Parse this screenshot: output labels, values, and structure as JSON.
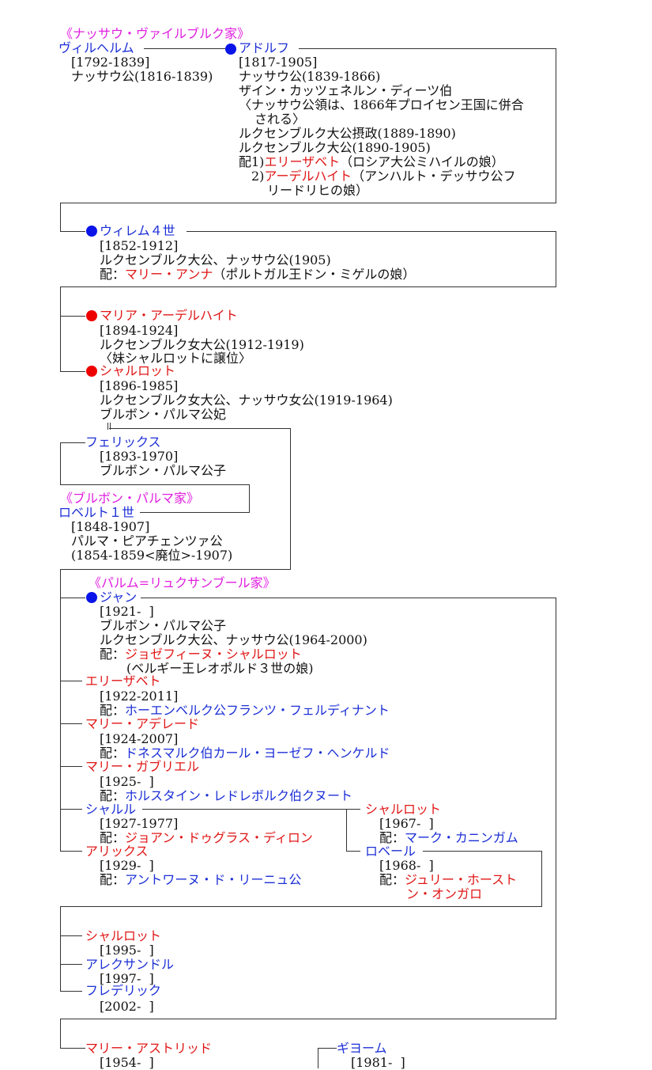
{
  "colors": {
    "house": "#e020e0",
    "male": "#1c2fd6",
    "female": "#e01616",
    "text": "#111111",
    "line": "#333333",
    "reigning_male_dot": "#0a14e8",
    "reigning_female_dot": "#ee0000"
  },
  "houses": {
    "nassau": "《ナッサウ・ヴァイルブルク家》",
    "bourbon_parma": "《ブルボン・パルマ家》",
    "parme": "《パルム=リュクサンブール家》"
  },
  "wilhelm": {
    "name": "ヴィルヘルム",
    "years": "[1792-1839]",
    "title": "ナッサウ公(1816-1839)"
  },
  "adolf": {
    "name": "アドルフ",
    "years": "[1817-1905]",
    "t1": "ナッサウ公(1839-1866)",
    "t2": "ザイン・カッツェネルン・ディーツ伯",
    "t3": "〈ナッサウ公領は、1866年プロイセン王国に併合",
    "t4": "される〉",
    "t5": "ルクセンブルク大公摂政(1889-1890)",
    "t6": "ルクセンブルク大公(1890-1905)",
    "s1_prefix": "配1)",
    "s1_name": "エリーザベト",
    "s1_note": "（ロシア大公ミハイルの娘）",
    "s2_prefix": "2)",
    "s2_name": "アーデルハイト",
    "s2_note": "（アンハルト・デッサウ公フ",
    "s2_note2": "リードリヒの娘）"
  },
  "willem4": {
    "name": "ウィレム４世",
    "years": "[1852-1912]",
    "title": "ルクセンブルク大公、ナッサウ公(1905)",
    "s_prefix": "配：",
    "s_name": "マリー・アンナ",
    "s_note": "（ポルトガル王ドン・ミゲルの娘）"
  },
  "maria_adelheid": {
    "name": "マリア・アーデルハイト",
    "years": "[1894-1924]",
    "title": "ルクセンブルク女大公(1912-1919)",
    "note": "〈妹シャルロットに譲位〉"
  },
  "charlotte": {
    "name": "シャルロット",
    "years": "[1896-1985]",
    "title": "ルクセンブルク女大公、ナッサウ女公(1919-1964)",
    "title2": "ブルボン・パルマ公妃"
  },
  "felix": {
    "name": "フェリックス",
    "years": "[1893-1970]",
    "title": "ブルボン・パルマ公子"
  },
  "robert1": {
    "name": "ロベルト１世",
    "years": "[1848-1907]",
    "title": "パルマ・ピアチェンツァ公",
    "reign": "(1854-1859<廃位>-1907)"
  },
  "jean": {
    "name": "ジャン",
    "years": "[1921-  ]",
    "t1": "ブルボン・パルマ公子",
    "t2": "ルクセンブルク大公、ナッサウ公(1964-2000)",
    "s_prefix": "配：",
    "s_name": "ジョゼフィーヌ・シャルロット",
    "s_note": "(ベルギー王レオポルド３世の娘)"
  },
  "elisabeth": {
    "name": "エリーザベト",
    "years": "[1922-2011]",
    "s_prefix": "配：",
    "s_name": "ホーエンベルク公フランツ・フェルディナント"
  },
  "marie_adelaide": {
    "name": "マリー・アデレード",
    "years": "[1924-2007]",
    "s_prefix": "配：",
    "s_name": "ドネスマルク伯カール・ヨーゼフ・ヘンケルド"
  },
  "marie_gabriel": {
    "name": "マリー・ガブリエル",
    "years": "[1925-  ]",
    "s_prefix": "配：",
    "s_name": "ホルスタイン・レドレボルク伯クヌート"
  },
  "charles": {
    "name": "シャルル",
    "years": "[1927-1977]",
    "s_prefix": "配：",
    "s_name": "ジョアン・ドゥグラス・ディロン"
  },
  "alix": {
    "name": "アリックス",
    "years": "[1929-  ]",
    "s_prefix": "配：",
    "s_name": "アントワーヌ・ド・リーニュ公"
  },
  "charlotte_1967": {
    "name": "シャルロット",
    "years": "[1967-  ]",
    "s_prefix": "配：",
    "s_name": "マーク・カニンガム"
  },
  "robert_1968": {
    "name": "ロベール",
    "years": "[1968-  ]",
    "s_prefix": "配：",
    "s_name": "ジュリー・ホースト",
    "s_name2": "ン・オンガロ"
  },
  "charlotte_1995": {
    "name": "シャルロット",
    "years": "[1995-  ]"
  },
  "alexandre": {
    "name": "アレクサンドル",
    "years": "[1997-  ]"
  },
  "frederik": {
    "name": "フレデリック",
    "years": "[2002-  ]"
  },
  "marie_astrid": {
    "name": "マリー・アストリッド",
    "years": "[1954-  ]"
  },
  "guillaume": {
    "name": "ギヨーム",
    "years": "[1981-  ]"
  }
}
